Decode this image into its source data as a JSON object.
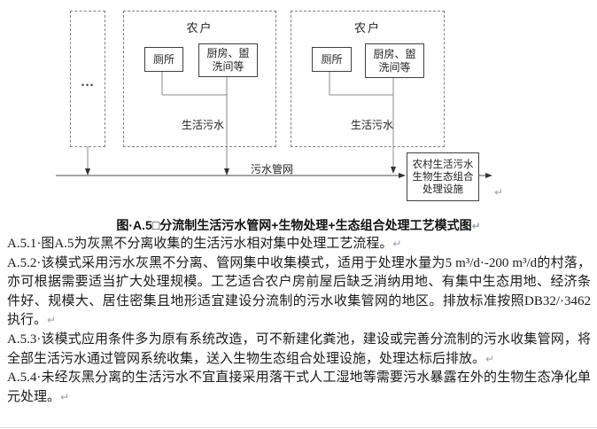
{
  "diagram": {
    "ellipsis_label": "…",
    "household_left": {
      "title": "农户",
      "toilet": "厕所",
      "kitchen_line1": "厨房、盥",
      "kitchen_line2": "洗间等",
      "flow_label": "生活污水"
    },
    "household_right": {
      "title": "农户",
      "toilet": "厕所",
      "kitchen_line1": "厨房、盥",
      "kitchen_line2": "洗间等",
      "flow_label": "生活污水"
    },
    "pipe_label": "污水管网",
    "treatment": {
      "line1": "农村生活污水",
      "line2": "生物生态组合",
      "line3": "处理设施"
    },
    "line_color": "#808080",
    "box_border_color": "#404040"
  },
  "caption": {
    "text": "图·A.5□分流制生活污水管网+生物处理+生态组合处理工艺模式图"
  },
  "marks": {
    "paragraph_mark": "↵"
  },
  "body": {
    "paragraphs": [
      {
        "id": "A.5.1",
        "text": "A.5.1·图A.5为灰黑不分离收集的生活污水相对集中处理工艺流程。"
      },
      {
        "id": "A.5.2",
        "text": "A.5.2·该模式采用污水灰黑不分离、管网集中收集模式，适用于处理水量为5 m³/d·-200 m³/d的村落，亦可根据需要适当扩大处理规模。工艺适合农户房前屋后缺乏消纳用地、有集中生态用地、经济条件好、规模大、居住密集且地形适宜建设分流制的污水收集管网的地区。排放标准按照DB32/·3462执行。"
      },
      {
        "id": "A.5.3",
        "text": "A.5.3·该模式应用条件多为原有系统改造，可不新建化粪池，建设或完善分流制的污水收集管网，将全部生活污水通过管网系统收集，送入生物生态组合处理设施，处理达标后排放。"
      },
      {
        "id": "A.5.4",
        "text": "A.5.4·未经灰黑分离的生活污水不宜直接采用落干式人工湿地等需要污水暴露在外的生物生态净化单元处理。"
      }
    ]
  }
}
